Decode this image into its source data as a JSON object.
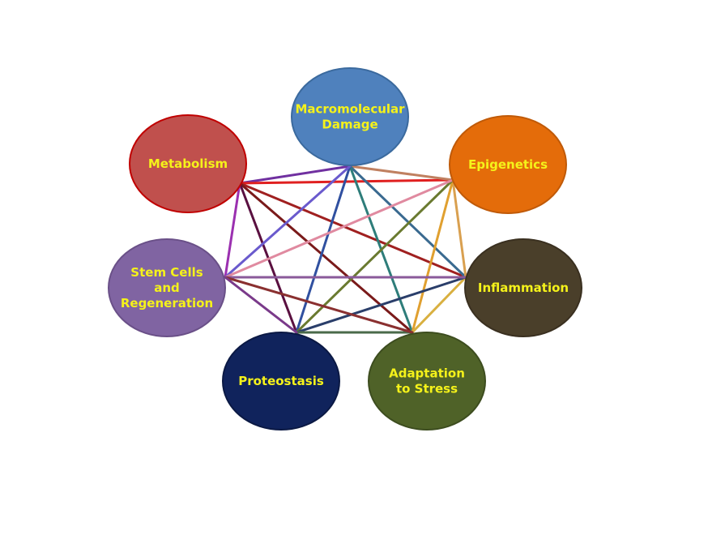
{
  "nodes": [
    {
      "id": "macromolecular-damage",
      "lines": [
        "Macromolecular",
        "Damage"
      ],
      "fill": "#4f81bd",
      "stroke": "#3b6a9e"
    },
    {
      "id": "epigenetics",
      "lines": [
        "Epigenetics"
      ],
      "fill": "#e46c0a",
      "stroke": "#c05a08"
    },
    {
      "id": "inflammation",
      "lines": [
        "Inflammation"
      ],
      "fill": "#4a3f2a",
      "stroke": "#3a3020"
    },
    {
      "id": "adaptation-to-stress",
      "lines": [
        "Adaptation",
        "to Stress"
      ],
      "fill": "#4f6228",
      "stroke": "#3d4d1f"
    },
    {
      "id": "proteostasis",
      "lines": [
        "Proteostasis"
      ],
      "fill": "#10235c",
      "stroke": "#0b1944"
    },
    {
      "id": "stem-cells-and-regeneration",
      "lines": [
        "Stem Cells",
        "and",
        "Regeneration"
      ],
      "fill": "#8064a2",
      "stroke": "#6a5088"
    },
    {
      "id": "metabolism",
      "lines": [
        "Metabolism"
      ],
      "fill": "#c0504d",
      "stroke": "#c00000"
    }
  ],
  "edges": [
    [
      "metabolism",
      "macromolecular-damage",
      "#7030a0"
    ],
    [
      "metabolism",
      "epigenetics",
      "#e02020"
    ],
    [
      "metabolism",
      "inflammation",
      "#a02020"
    ],
    [
      "metabolism",
      "adaptation-to-stress",
      "#7a1a1a"
    ],
    [
      "metabolism",
      "proteostasis",
      "#5a1040"
    ],
    [
      "metabolism",
      "stem-cells-and-regeneration",
      "#9b30b0"
    ],
    [
      "macromolecular-damage",
      "epigenetics",
      "#c08060"
    ],
    [
      "macromolecular-damage",
      "inflammation",
      "#3a6a90"
    ],
    [
      "macromolecular-damage",
      "adaptation-to-stress",
      "#2e7d7a"
    ],
    [
      "macromolecular-damage",
      "proteostasis",
      "#3050a0"
    ],
    [
      "macromolecular-damage",
      "stem-cells-and-regeneration",
      "#6a5acd"
    ],
    [
      "epigenetics",
      "inflammation",
      "#d9a050"
    ],
    [
      "epigenetics",
      "adaptation-to-stress",
      "#e0a030"
    ],
    [
      "epigenetics",
      "proteostasis",
      "#6a7a30"
    ],
    [
      "epigenetics",
      "stem-cells-and-regeneration",
      "#e08aa0"
    ],
    [
      "inflammation",
      "adaptation-to-stress",
      "#d9b040"
    ],
    [
      "inflammation",
      "proteostasis",
      "#2a3e6a"
    ],
    [
      "inflammation",
      "stem-cells-and-regeneration",
      "#8a5a9a"
    ],
    [
      "adaptation-to-stress",
      "proteostasis",
      "#4a6a4a"
    ],
    [
      "adaptation-to-stress",
      "stem-cells-and-regeneration",
      "#8a3030"
    ],
    [
      "proteostasis",
      "stem-cells-and-regeneration",
      "#7a3a8a"
    ]
  ]
}
